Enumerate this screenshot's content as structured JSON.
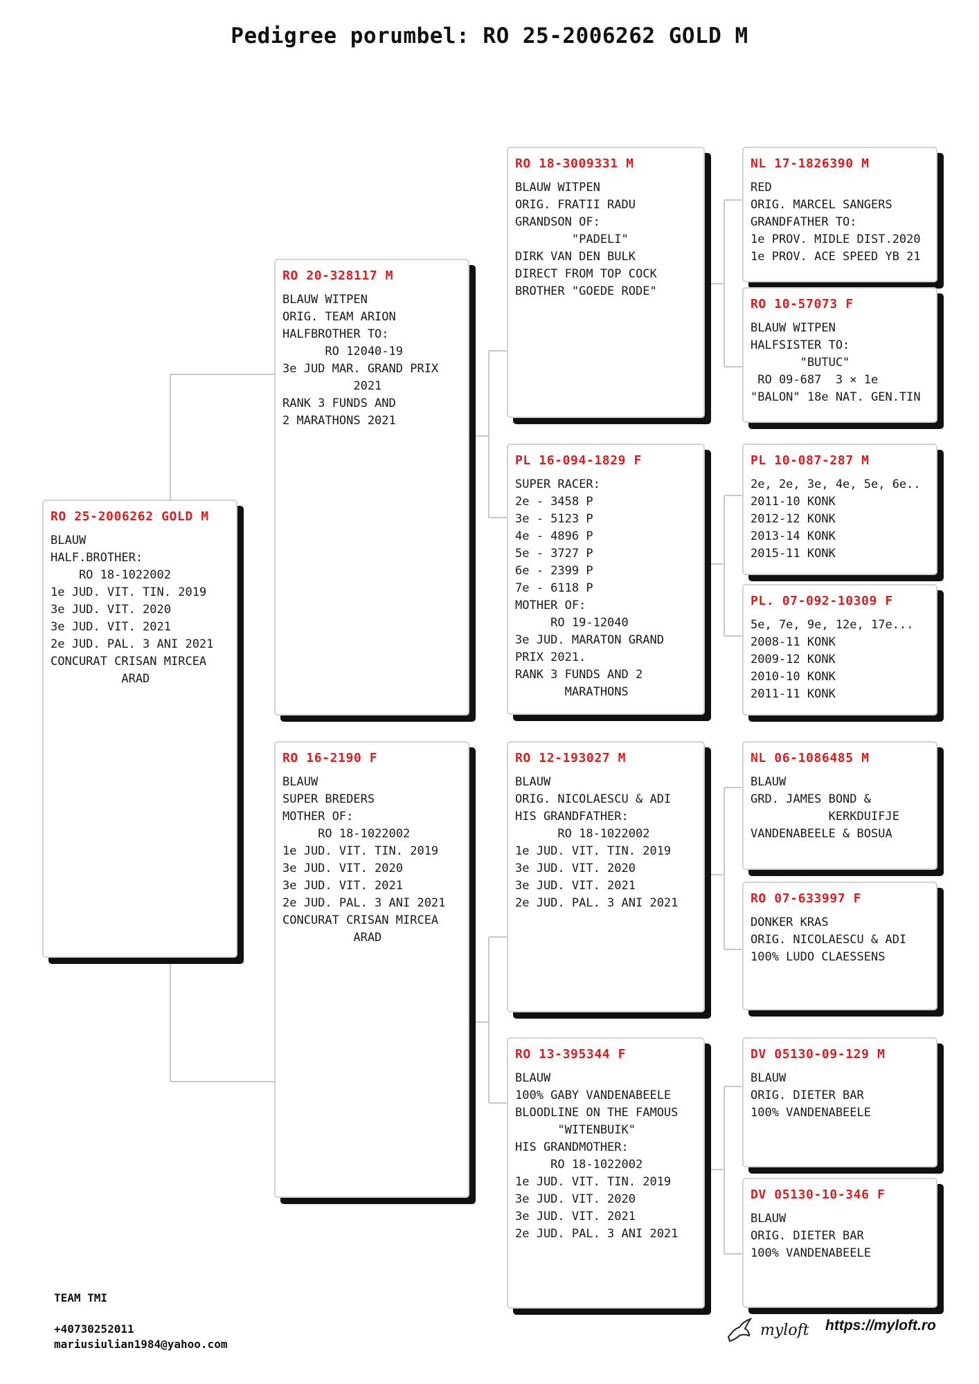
{
  "title": "Pedigree porumbel: RO 25-2006262 GOLD M",
  "cards": {
    "subject": {
      "ring": "RO 25-2006262 GOLD M",
      "lines": [
        "BLAUW",
        "HALF.BROTHER:",
        "    RO 18-1022002",
        "1e JUD. VIT. TIN. 2019",
        "3e JUD. VIT. 2020",
        "3e JUD. VIT. 2021",
        "2e JUD. PAL. 3 ANI 2021",
        "CONCURAT CRISAN MIRCEA",
        "          ARAD"
      ]
    },
    "sire": {
      "ring": "RO 20-328117 M",
      "lines": [
        "BLAUW WITPEN",
        "ORIG. TEAM ARION",
        "HALFBROTHER TO:",
        "      RO 12040-19",
        "3e JUD MAR. GRAND PRIX",
        "          2021",
        "RANK 3 FUNDS AND",
        "2 MARATHONS 2021"
      ]
    },
    "dam": {
      "ring": "RO 16-2190 F",
      "lines": [
        "BLAUW",
        "SUPER BREDERS",
        "MOTHER OF:",
        "     RO 18-1022002",
        "1e JUD. VIT. TIN. 2019",
        "3e JUD. VIT. 2020",
        "3e JUD. VIT. 2021",
        "2e JUD. PAL. 3 ANI 2021",
        "CONCURAT CRISAN MIRCEA",
        "          ARAD"
      ]
    },
    "sire_sire": {
      "ring": "RO 18-3009331 M",
      "lines": [
        "BLAUW WITPEN",
        "ORIG. FRATII RADU",
        "GRANDSON OF:",
        "        \"PADELI\"",
        "DIRK VAN DEN BULK",
        "DIRECT FROM TOP COCK",
        "BROTHER \"GOEDE RODE\""
      ]
    },
    "sire_dam": {
      "ring": "PL 16-094-1829 F",
      "lines": [
        "SUPER RACER:",
        "2e - 3458 P",
        "3e - 5123 P",
        "4e - 4896 P",
        "5e - 3727 P",
        "6e - 2399 P",
        "7e - 6118 P",
        "MOTHER OF:",
        "     RO 19-12040",
        "3e JUD. MARATON GRAND",
        "PRIX 2021.",
        "RANK 3 FUNDS AND 2",
        "       MARATHONS"
      ]
    },
    "dam_sire": {
      "ring": "RO 12-193027 M",
      "lines": [
        "BLAUW",
        "ORIG. NICOLAESCU & ADI",
        "HIS GRANDFATHER:",
        "      RO 18-1022002",
        "1e JUD. VIT. TIN. 2019",
        "3e JUD. VIT. 2020",
        "3e JUD. VIT. 2021",
        "2e JUD. PAL. 3 ANI 2021"
      ]
    },
    "dam_dam": {
      "ring": "RO 13-395344 F",
      "lines": [
        "BLAUW",
        "100% GABY VANDENABEELE",
        "BLOODLINE ON THE FAMOUS",
        "      \"WITENBUIK\"",
        "HIS GRANDMOTHER:",
        "     RO 18-1022002",
        "1e JUD. VIT. TIN. 2019",
        "3e JUD. VIT. 2020",
        "3e JUD. VIT. 2021",
        "2e JUD. PAL. 3 ANI 2021"
      ]
    },
    "sss": {
      "ring": "NL 17-1826390 M",
      "lines": [
        "RED",
        "ORIG. MARCEL SANGERS",
        "GRANDFATHER TO:",
        "1e PROV. MIDLE DIST.2020",
        "1e PROV. ACE SPEED YB 21"
      ]
    },
    "ssd": {
      "ring": "RO 10-57073 F",
      "lines": [
        "BLAUW WITPEN",
        "HALFSISTER TO:",
        "       \"BUTUC\"",
        " RO 09-687  3 × 1e",
        "\"BALON\" 18e NAT. GEN.TIN"
      ]
    },
    "sds": {
      "ring": "PL 10-087-287 M",
      "lines": [
        "",
        "2e, 2e, 3e, 4e, 5e, 6e..",
        "2011-10 KONK",
        "2012-12 KONK",
        "2013-14 KONK",
        "2015-11 KONK"
      ]
    },
    "sdd": {
      "ring": "PL. 07-092-10309 F",
      "lines": [
        "",
        "5e, 7e, 9e, 12e, 17e...",
        "2008-11 KONK",
        "2009-12 KONK",
        "2010-10 KONK",
        "2011-11 KONK"
      ]
    },
    "dss": {
      "ring": "NL 06-1086485 M",
      "lines": [
        "BLAUW",
        "GRD. JAMES BOND &",
        "           KERKDUIFJE",
        "VANDENABEELE & BOSUA"
      ]
    },
    "dsd": {
      "ring": "RO 07-633997 F",
      "lines": [
        "DONKER KRAS",
        "ORIG. NICOLAESCU & ADI",
        "100% LUDO CLAESSENS"
      ]
    },
    "dds": {
      "ring": "DV 05130-09-129 M",
      "lines": [
        "BLAUW",
        "ORIG. DIETER BAR",
        "100% VANDENABEELE"
      ]
    },
    "ddd": {
      "ring": "DV 05130-10-346 F",
      "lines": [
        "BLAUW",
        "ORIG. DIETER BAR",
        "100% VANDENABEELE"
      ]
    }
  },
  "footer": {
    "team": "TEAM TMI",
    "phone": "+40730252011",
    "email": "mariusiulian1984@yahoo.com",
    "brand": "myloft",
    "brand_url": "https://myloft.ro"
  }
}
